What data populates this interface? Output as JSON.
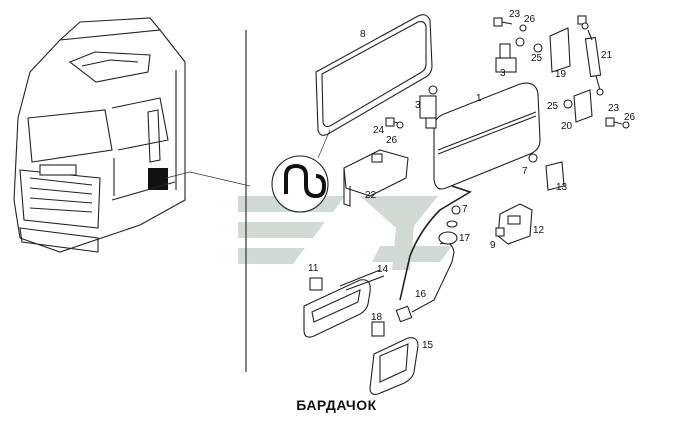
{
  "caption": "БАРДАЧОК",
  "callouts": [
    "1",
    "3",
    "3",
    "7",
    "7",
    "8",
    "9",
    "11",
    "12",
    "13",
    "14",
    "15",
    "16",
    "17",
    "18",
    "19",
    "20",
    "21",
    "22",
    "23",
    "23",
    "24",
    "25",
    "25",
    "26",
    "26",
    "26"
  ],
  "colors": {
    "line": "#222222",
    "watermark": "#c8d2cc",
    "background": "#ffffff"
  },
  "watermark_icon": "logo-watermark"
}
